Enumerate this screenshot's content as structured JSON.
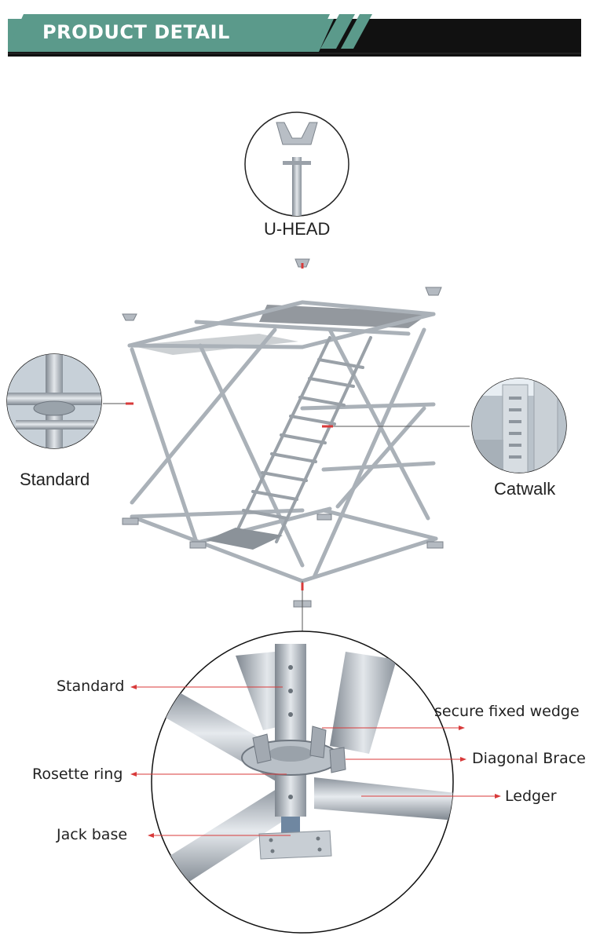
{
  "banner": {
    "title": "PRODUCT DETAIL"
  },
  "callouts": {
    "u_head": "U-HEAD",
    "standard_left": "Standard",
    "catwalk": "Catwalk"
  },
  "detail_labels": {
    "standard": "Standard",
    "rosette_ring": "Rosette ring",
    "jack_base": "Jack base",
    "secure_fixed_wedge": "secure fixed wedge",
    "diagonal_brace": "Diagonal Brace",
    "ledger": "Ledger"
  },
  "colors": {
    "banner_teal": "#5b9a8b",
    "banner_dark": "#111111",
    "pointer_red": "#d83a3a",
    "steel": "#a9b0b8"
  }
}
